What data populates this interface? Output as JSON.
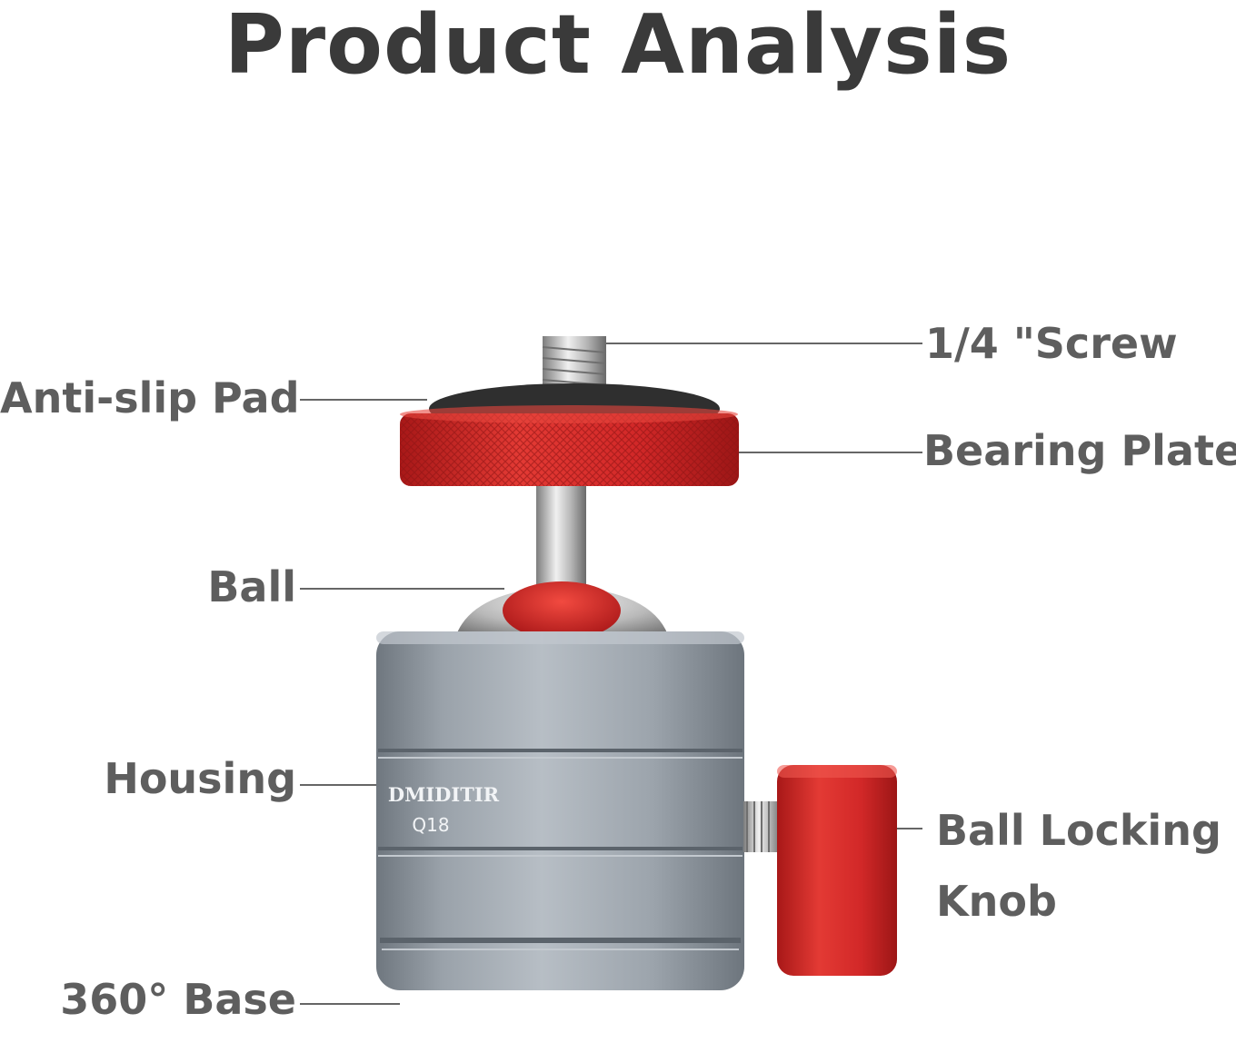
{
  "title": "Product Analysis",
  "labels": {
    "screw": "1/4 \"Screw",
    "anti_slip_pad": "Anti-slip Pad",
    "bearing_plate": "Bearing Plate",
    "ball": "Ball",
    "housing": "Housing",
    "ball_locking_knob_line1": "Ball Locking",
    "ball_locking_knob_line2": "Knob",
    "base": "360° Base"
  },
  "product": {
    "brand": "DMIDITIR",
    "model": "Q18"
  },
  "colors": {
    "title": "#3a3a3a",
    "label": "#5e5e5e",
    "leader_line": "#666666",
    "anodized_red": "#d42a2a",
    "housing_grey": "#8f979f"
  }
}
